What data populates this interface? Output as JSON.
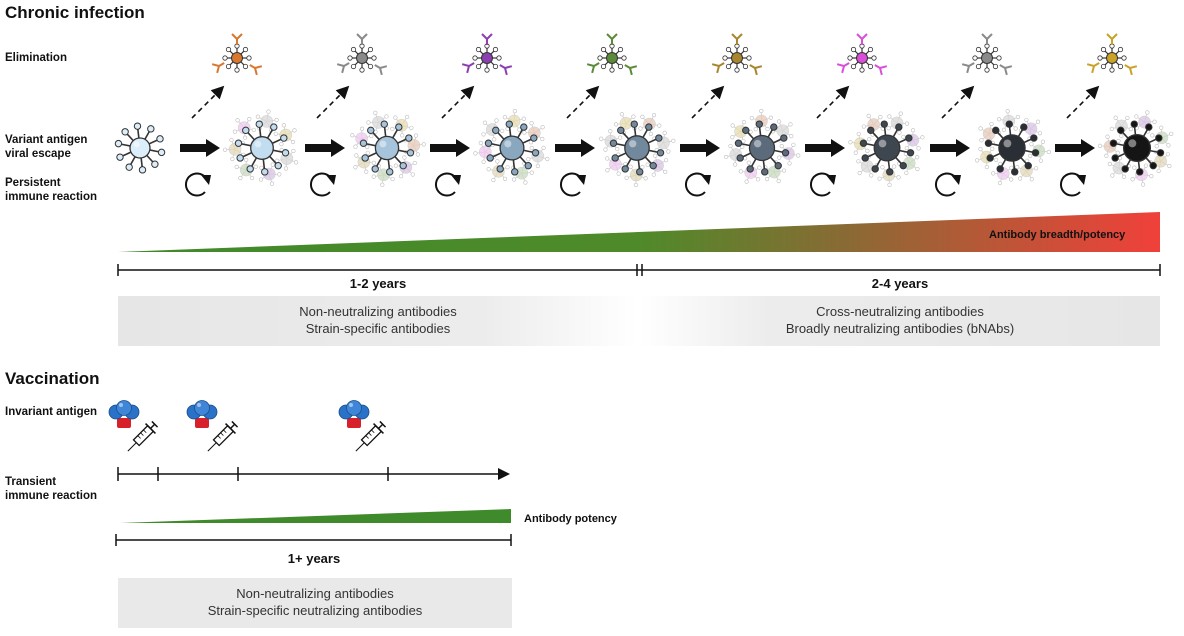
{
  "chronic": {
    "title": "Chronic infection",
    "row_elimination": "Elimination",
    "row_variant_line1": "Variant antigen",
    "row_variant_line2": "viral escape",
    "row_persistent_line1": "Persistent",
    "row_persistent_line2": "immune reaction",
    "gradient_label": "Antibody breadth/potency",
    "period1": "1-2 years",
    "period2": "2-4 years",
    "box1_line1": "Non-neutralizing antibodies",
    "box1_line2": "Strain-specific antibodies",
    "box2_line1": "Cross-neutralizing antibodies",
    "box2_line2": "Broadly neutralizing antibodies (bNAbs)",
    "antibody_colors": [
      "#d9772e",
      "#8a8a8a",
      "#8b3fb0",
      "#5a8a3a",
      "#a8862e",
      "#d94fd9",
      "#8a8a8a",
      "#c9a227"
    ],
    "core_colors": [
      "#dceefa",
      "#c2dcf0",
      "#a6c4dc",
      "#8aa7c0",
      "#72889c",
      "#5c6b7c",
      "#3e4650",
      "#2a2f36",
      "#151515"
    ],
    "gradient_colors": [
      "#3f8a2a",
      "#e8433a"
    ]
  },
  "vaccination": {
    "title": "Vaccination",
    "row_invariant": "Invariant antigen",
    "row_transient_line1": "Transient",
    "row_transient_line2": "immune reaction",
    "gradient_label": "Antibody potency",
    "period": "1+ years",
    "box_line1": "Non-neutralizing antibodies",
    "box_line2": "Strain-specific neutralizing antibodies",
    "antigen_colors": [
      "#2a72c7",
      "#d8202a"
    ],
    "gradient_color": "#3f8a2a"
  }
}
